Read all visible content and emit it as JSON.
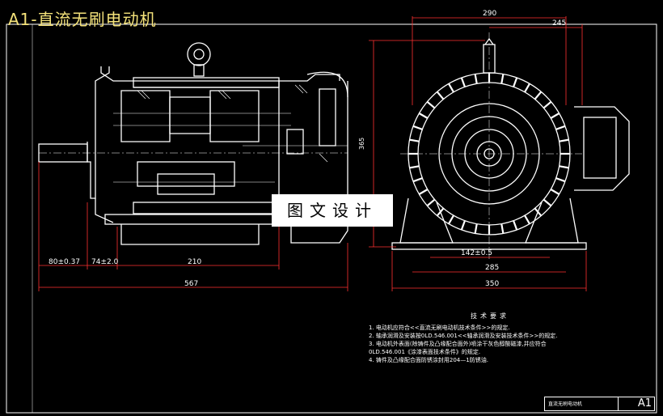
{
  "title": "A1-直流无刷电动机",
  "watermark": "图文设计",
  "dimensions": {
    "top_width": "290",
    "top_width_inner": "245",
    "height_left": "365",
    "base_hole": "142±0.5",
    "base_inner": "285",
    "base_outer": "350",
    "shaft_len": "80±0.37",
    "shaft_off": "74±2.0",
    "frame_len": "210",
    "total_len": "567"
  },
  "notes": {
    "title": "技术要求",
    "items": [
      "1. 电动机应符合<<直流无刷电动机技术条件>>的规定.",
      "2. 轴承润滑及安装按0LD.546.001<<轴承润滑及安装技术条件>>的规定.",
      "3. 电动机外表面(除铸件及凸缘配合面外)喷涂干灰色醇酸磁漆,并应符合",
      "   0LD.546.001《涂漆表面技术条件》的规定.",
      "4. 铸件及凸缘配合面防锈涂封用204—1防锈油."
    ]
  },
  "title_block": {
    "name": "直流无刷电动机",
    "size": "A1"
  },
  "colors": {
    "background": "#000000",
    "lines": "#ffffff",
    "title": "#f4e27a",
    "dimension": "#ff3030"
  }
}
